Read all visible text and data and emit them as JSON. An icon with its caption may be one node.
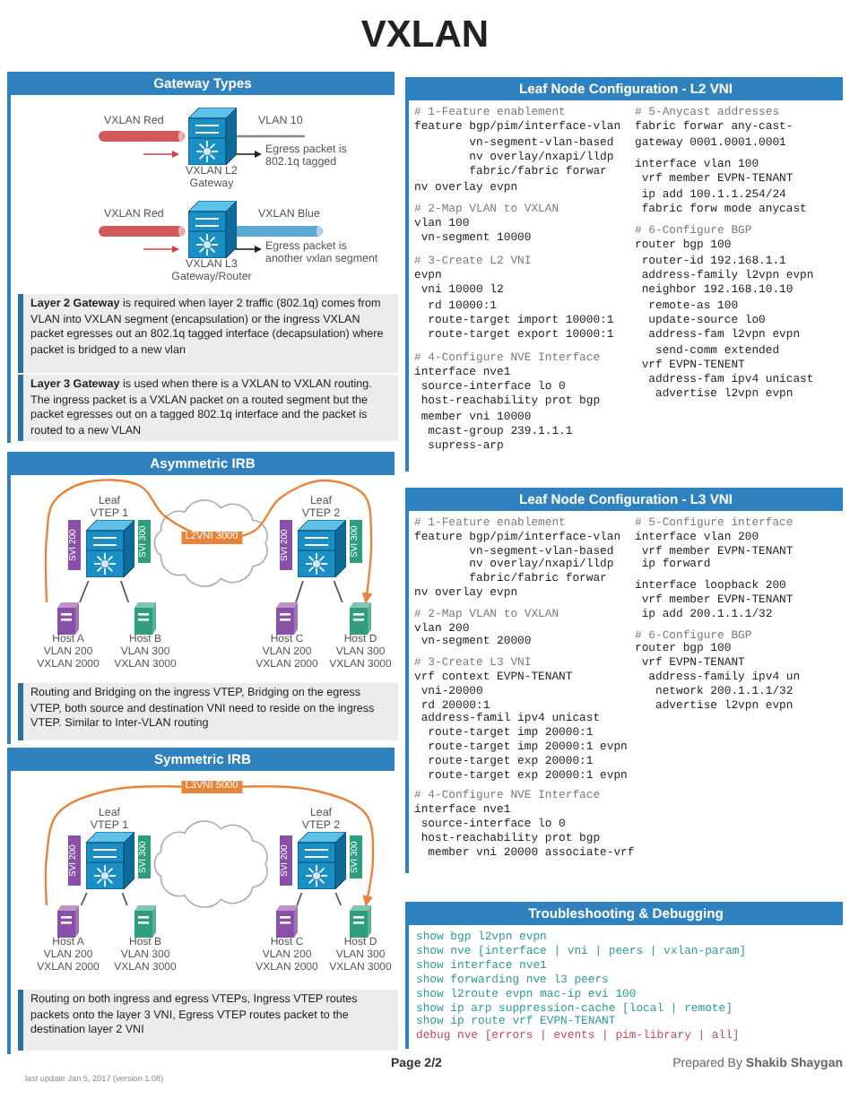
{
  "diagram": {
    "title": "VXLAN",
    "nodes": [
      {
        "text": [
          "Gateway Types"
        ]
      },
      {
        "text": [],
        "shape": "picture",
        "beside": [
          "VXLAN L2 Gateway"
        ],
        "in": 0
      },
      {
        "text": [],
        "shape": "picture",
        "beside": [
          "VXLAN L3 Gateway/Router"
        ],
        "in": 0
      },
      {
        "text": [
          "**Layer 2 Gateway** is required when layer 2 traffic (802.1q) comes from VLAN into VXLAN segment (encapsulation) or the ingress VXLAN packet egresses out an 802.1q tagged interface (decapsulation) where packet is bridged to a new vlan"
        ],
        "in": 0
      },
      {
        "text": [
          "**Layer 3 Gateway** is used when there is a VXLAN to VXLAN routing. The ingress packet is a VXLAN packet on a routed segment but the packet egresses out on a tagged 802.1q interface and the packet is routed to a new VLAN"
        ],
        "in": 0
      },
      {
        "text": [
          "Asymmetric IRB"
        ]
      },
      {
        "text": [],
        "shape": "picture",
        "beside": [
          "Leaf VTEP 1"
        ],
        "in": 5
      },
      {
        "text": [
          "SVI 200"
        ],
        "in": 5
      },
      {
        "text": [
          "SVI 300"
        ],
        "in": 5
      },
      {
        "text": [],
        "shape": "picture",
        "beside": [
          "Leaf VTEP 2"
        ],
        "in": 5
      },
      {
        "text": [
          "SVI 200"
        ],
        "in": 5
      },
      {
        "text": [
          "SVI 300"
        ],
        "in": 5
      },
      {
        "text": [],
        "shape": "picture",
        "beside": [
          "Host A",
          "VLAN 200",
          "VXLAN 2000"
        ],
        "in": 5
      },
      {
        "text": [],
        "shape": "picture",
        "beside": [
          "Host B",
          "VLAN 300",
          "VXLAN 3000"
        ],
        "in": 5
      },
      {
        "text": [],
        "shape": "picture",
        "beside": [
          "Host C",
          "VLAN 200",
          "VXLAN 2000"
        ],
        "in": 5
      },
      {
        "text": [],
        "shape": "picture",
        "beside": [
          "Host D",
          "VLAN 300",
          "VXLAN 3000"
        ],
        "in": 5
      },
      {
        "text": [
          "Routing and Bridging on the ingress VTEP, Bridging on the egress VTEP, both source and destination VNI need to reside on the ingress VTEP. Similar to Inter-VLAN routing"
        ],
        "in": 5
      },
      {
        "text": [
          "Symmetric IRB"
        ]
      },
      {
        "text": [],
        "shape": "picture",
        "beside": [
          "Leaf VTEP 1"
        ],
        "in": 17
      },
      {
        "text": [
          "SVI 200"
        ],
        "in": 17
      },
      {
        "text": [
          "SVI 300"
        ],
        "in": 17
      },
      {
        "text": [],
        "shape": "picture",
        "beside": [
          "Leaf VTEP 2"
        ],
        "in": 17
      },
      {
        "text": [
          "SVI 200"
        ],
        "in": 17
      },
      {
        "text": [
          "SVI 300"
        ],
        "in": 17
      },
      {
        "text": [],
        "shape": "picture",
        "beside": [
          "Host A",
          "VLAN 200",
          "VXLAN 2000"
        ],
        "in": 17
      },
      {
        "text": [],
        "shape": "picture",
        "beside": [
          "Host B",
          "VLAN 300",
          "VXLAN 3000"
        ],
        "in": 17
      },
      {
        "text": [],
        "shape": "picture",
        "beside": [
          "Host C",
          "VLAN 200",
          "VXLAN 2000"
        ],
        "in": 17
      },
      {
        "text": [],
        "shape": "picture",
        "beside": [
          "Host D",
          "VLAN 300",
          "VXLAN 3000"
        ],
        "in": 17
      },
      {
        "text": [
          "Routing on both ingress and egress VTEPs, Ingress VTEP routes packets onto the layer 3 VNI, Egress VTEP routes packet to the destination layer 2 VNI"
        ],
        "in": 17
      },
      {
        "text": [
          "Leaf Node Configuration - L2 VNI",
          "# 1-Feature enablement",
          "feature bgp/pim/interface-vlan",
          "        vn-segment-vlan-based",
          "        nv overlay/nxapi/lldp",
          "        fabric/fabric forwar",
          "nv overlay evpn",
          "# 2-Map VLAN to VXLAN",
          "vlan 100",
          " vn-segment 10000",
          "# 3-Create L2 VNI",
          "evpn",
          " vni 10000 l2",
          "  rd 10000:1",
          "  route-target import 10000:1",
          "  route-target export 10000:1",
          "# 4-Configure NVE Interface",
          "interface nve1",
          " source-interface lo 0",
          " host-reachability prot bgp",
          " member vni 10000",
          "  mcast-group 239.1.1.1",
          "  supress-arp",
          "# 5-Anycast addresses",
          "fabric forwar any-cast-",
          "gateway 0001.0001.0001",
          "interface vlan 100",
          " vrf member EVPN-TENANT",
          " ip add 100.1.1.254/24",
          " fabric forw mode anycast",
          "# 6-Configure BGP",
          "router bgp 100",
          " router-id 192.168.1.1",
          " address-family l2vpn evpn",
          " neighbor 192.168.10.10",
          "  remote-as 100",
          "  update-source lo0",
          "  address-fam l2vpn evpn",
          "   send-comm extended",
          " vrf EVPN-TENENT",
          "  address-fam ipv4 unicast",
          "   advertise l2vpn evpn"
        ]
      },
      {
        "text": [
          "Leaf Node Configuration - L3 VNI",
          "# 1-Feature enablement",
          "feature bgp/pim/interface-vlan",
          "        vn-segment-vlan-based",
          "        nv overlay/nxapi/lldp",
          "        fabric/fabric forwar",
          "nv overlay evpn",
          "# 2-Map VLAN to VXLAN",
          "vlan 200",
          " vn-segment 20000",
          "# 3-Create L3 VNI",
          "vrf context EVPN-TENANT",
          " vni-20000",
          " rd 20000:1",
          " address-famil ipv4 unicast",
          "  route-target imp 20000:1",
          "  route-target imp 20000:1 evpn",
          "  route-target exp 20000:1",
          "  route-target exp 20000:1 evpn",
          "# 4-Configure NVE Interface",
          "interface nve1",
          " source-interface lo 0",
          " host-reachability prot bgp",
          "  member vni 20000 associate-vrf",
          "# 5-Configure interface",
          "interface vlan 200",
          " vrf member EVPN-TENANT",
          " ip forward",
          "interface loopback 200",
          " vrf member EVPN-TENANT",
          " ip add 200.1.1.1/32",
          "# 6-Configure BGP",
          "router bgp 100",
          " vrf EVPN-TENANT",
          "  address-family ipv4 un",
          "   network 200.1.1.1/32",
          "   advertise l2vpn evpn"
        ]
      },
      {
        "text": [
          "Troubleshooting & Debugging",
          "show bgp l2vpn evpn",
          "show nve [interface | vni | peers | vxlan-param]",
          "show interface nve1",
          "show forwarding nve l3 peers",
          "show l2route evpn mac-ip evi 100",
          "show ip arp suppression-cache [local | remote]",
          "show ip route vrf EVPN-TENANT",
          "debug nve [errors | events | pim-library | all]"
        ]
      }
    ],
    "edges": [
      {
        "from": 6,
        "to": 12,
        "arrow": "none"
      },
      {
        "from": 6,
        "to": 13,
        "arrow": "none"
      },
      {
        "from": 9,
        "to": 14,
        "arrow": "none"
      },
      {
        "from": 9,
        "to": 15,
        "arrow": "none"
      },
      {
        "from": 12,
        "to": 15,
        "arrow": "to",
        "label": "L2VNI 3000",
        "color": "#e8833a"
      },
      {
        "from": 18,
        "to": 24,
        "arrow": "none"
      },
      {
        "from": 18,
        "to": 25,
        "arrow": "none"
      },
      {
        "from": 21,
        "to": 26,
        "arrow": "none"
      },
      {
        "from": 21,
        "to": 27,
        "arrow": "none"
      },
      {
        "from": 24,
        "to": 27,
        "arrow": "to",
        "label": "L3VNI 5000",
        "color": "#e8833a"
      }
    ],
    "labels": [
      "VXLAN Red",
      "VLAN 10",
      "Egress packet is 802.1q tagged",
      "VXLAN Red",
      "VXLAN Blue",
      "Egress packet is another vxlan segment",
      "last update Jan 5, 2017 (version 1.08)",
      "Page 2/2",
      "Prepared By **Shakib Shaygan**"
    ]
  }
}
